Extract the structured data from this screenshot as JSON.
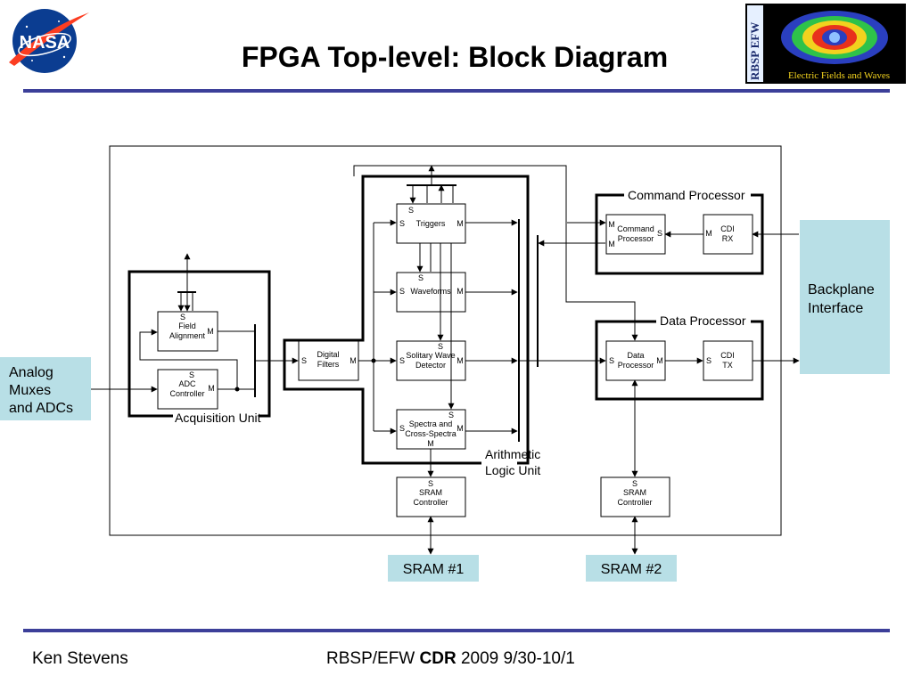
{
  "title": "FPGA Top-level: Block Diagram",
  "logos": {
    "nasa_text": "NASA",
    "rbsp_side": "RBSP EFW",
    "rbsp_caption": "Electric Fields and Waves"
  },
  "groups": {
    "acquisition": "Acquisition Unit",
    "alu_line1": "Arithmetic",
    "alu_line2": "Logic Unit",
    "command": "Command Processor",
    "data": "Data Processor"
  },
  "blocks": {
    "field_alignment": {
      "s": "S",
      "line1": "Field",
      "line2": "Alignment",
      "m": "M"
    },
    "adc_controller": {
      "s": "S",
      "line1": "ADC",
      "line2": "Controller",
      "m": "M"
    },
    "digital_filters": {
      "s": "S",
      "line1": "Digital",
      "line2": "Filters",
      "m": "M"
    },
    "triggers": {
      "s_top": "S",
      "s": "S",
      "line1": "Triggers",
      "m": "M"
    },
    "waveforms": {
      "s_top": "S",
      "s": "S",
      "line1": "Waveforms",
      "m": "M"
    },
    "solitary_wave": {
      "s_top": "S",
      "s": "S",
      "line1": "Solitary Wave",
      "line2": "Detector",
      "m": "M"
    },
    "spectra": {
      "s_top": "S",
      "s": "S",
      "line1": "Spectra and",
      "line2": "Cross-Spectra",
      "m": "M",
      "m_bottom": "M"
    },
    "sram_ctrl_1": {
      "s": "S",
      "line1": "SRAM",
      "line2": "Controller"
    },
    "sram_ctrl_2": {
      "s": "S",
      "line1": "SRAM",
      "line2": "Controller"
    },
    "command_processor": {
      "m_top": "M",
      "line1": "Command",
      "line2": "Processor",
      "s": "S",
      "m_bottom": "M"
    },
    "cdi_rx": {
      "m": "M",
      "line1": "CDI",
      "line2": "RX"
    },
    "data_processor": {
      "s": "S",
      "line1": "Data",
      "line2": "Processor",
      "m": "M"
    },
    "cdi_tx": {
      "s": "S",
      "line1": "CDI",
      "line2": "TX"
    }
  },
  "external": {
    "analog_line1": "Analog",
    "analog_line2": "Muxes",
    "analog_line3": "and ADCs",
    "backplane_line1": "Backplane",
    "backplane_line2": "Interface",
    "sram1": "SRAM #1",
    "sram2": "SRAM #2"
  },
  "footer": {
    "author": "Ken Stevens",
    "project": "RBSP/EFW",
    "review": "CDR",
    "dates": "2009 9/30-10/1"
  },
  "colors": {
    "rule": "#3c3f99",
    "external_fill": "#b8dfe6",
    "nasa_blue": "#0b3d91",
    "nasa_red": "#fc3d21"
  }
}
